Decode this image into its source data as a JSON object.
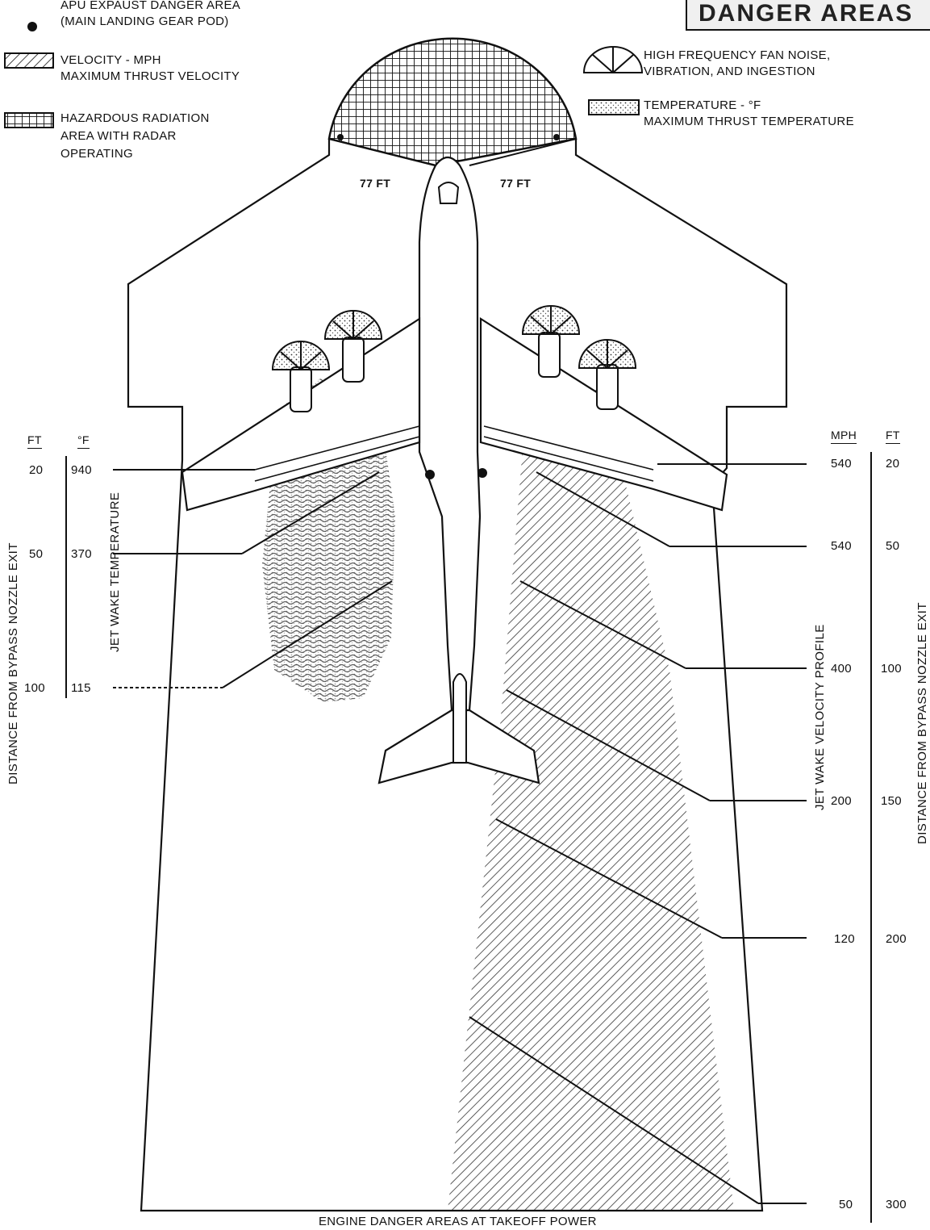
{
  "corner_badge": {
    "text": "DANGER AREAS"
  },
  "legend": {
    "apu": {
      "line1": "APU EXPAUST DANGER AREA",
      "line2": "(MAIN LANDING GEAR POD)"
    },
    "velocity": {
      "line1": "VELOCITY - MPH",
      "line2": "MAXIMUM THRUST VELOCITY"
    },
    "radiation": {
      "line1": "HAZARDOUS RADIATION",
      "line2": "AREA WITH RADAR",
      "line3": "OPERATING"
    },
    "fan_noise": {
      "line1": "HIGH FREQUENCY FAN NOISE,",
      "line2": "VIBRATION, AND INGESTION"
    },
    "temperature": {
      "line1": "TEMPERATURE - °F",
      "line2": "MAXIMUM THRUST TEMPERATURE"
    }
  },
  "radar_distance": {
    "left": "77 FT",
    "right": "77 FT"
  },
  "left_scale": {
    "header_ft": "FT",
    "header_temp": "°F",
    "axis_label_distance": "DISTANCE FROM BYPASS NOZZLE EXIT",
    "axis_label_temp": "JET WAKE TEMPERATURE",
    "rows": [
      {
        "ft": "20",
        "temp": "940"
      },
      {
        "ft": "50",
        "temp": "370"
      },
      {
        "ft": "100",
        "temp": "115"
      }
    ]
  },
  "right_scale": {
    "header_mph": "MPH",
    "header_ft": "FT",
    "axis_label_velocity": "JET WAKE VELOCITY PROFILE",
    "axis_label_distance": "DISTANCE FROM BYPASS NOZZLE EXIT",
    "rows": [
      {
        "mph": "540",
        "ft": "20"
      },
      {
        "mph": "540",
        "ft": "50"
      },
      {
        "mph": "400",
        "ft": "100"
      },
      {
        "mph": "200",
        "ft": "150"
      },
      {
        "mph": "120",
        "ft": "200"
      },
      {
        "mph": "50",
        "ft": "300"
      }
    ]
  },
  "caption": "ENGINE DANGER AREAS AT TAKEOFF POWER",
  "colors": {
    "ink": "#111111",
    "paper": "#ffffff",
    "stipple": "#555555"
  }
}
